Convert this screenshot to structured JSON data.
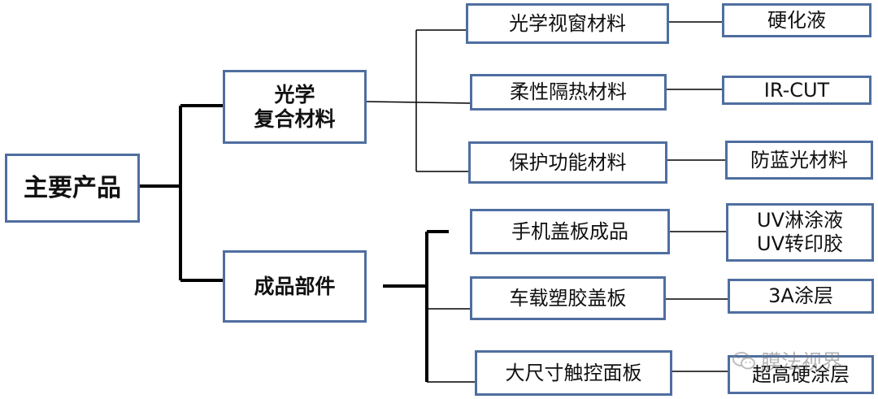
{
  "root": {
    "label": "主要产品"
  },
  "categories": [
    {
      "label": "光学\n复合材料",
      "items": [
        {
          "label": "光学视窗材料",
          "sub": "硬化液"
        },
        {
          "label": "柔性隔热材料",
          "sub": "IR-CUT"
        },
        {
          "label": "保护功能材料",
          "sub": "防蓝光材料"
        }
      ]
    },
    {
      "label": "成品部件",
      "items": [
        {
          "label": "手机盖板成品",
          "sub": "UV淋涂液\nUV转印胶"
        },
        {
          "label": "车载塑胶盖板",
          "sub": "3A涂层"
        },
        {
          "label": "大尺寸触控面板",
          "sub": "超高硬涂层"
        }
      ]
    }
  ],
  "watermark": {
    "text": "膜法视界",
    "icon": "wechat-icon"
  },
  "colors": {
    "box_border": "#4f6ea0",
    "line": "#000000"
  }
}
